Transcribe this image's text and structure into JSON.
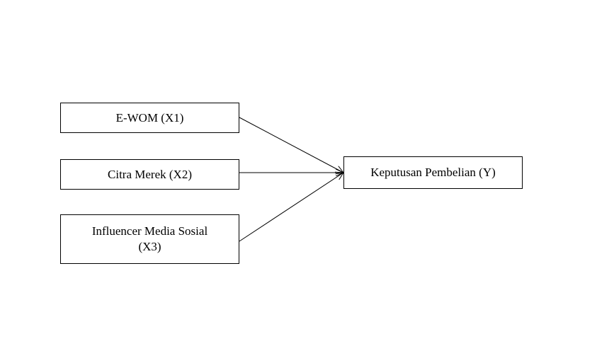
{
  "diagram": {
    "independent_variables": [
      {
        "label": "E-WOM (X1)"
      },
      {
        "label": "Citra Merek (X2)"
      },
      {
        "label": "Influencer Media Sosial\n(X3)"
      }
    ],
    "dependent_variable": {
      "label": "Keputusan Pembelian (Y)"
    },
    "edges": [
      {
        "from": "E-WOM (X1)",
        "to": "Keputusan Pembelian (Y)"
      },
      {
        "from": "Citra Merek (X2)",
        "to": "Keputusan Pembelian (Y)"
      },
      {
        "from": "Influencer Media Sosial (X3)",
        "to": "Keputusan Pembelian (Y)"
      }
    ],
    "colors": {
      "stroke": "#000000",
      "background": "#ffffff"
    }
  }
}
